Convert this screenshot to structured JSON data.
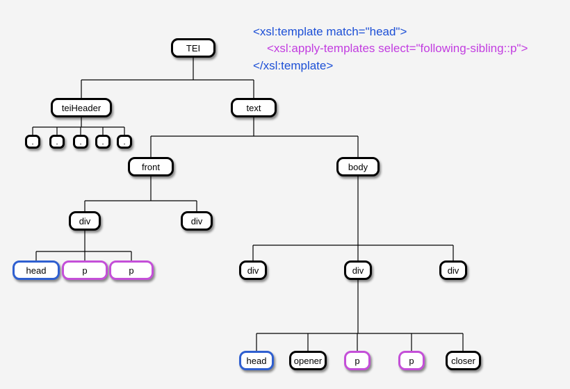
{
  "code": {
    "line1": "<xsl:template match=\"head\">",
    "line2": "<xsl:apply-templates select=\"following-sibling::p\">",
    "line3": "</xsl:template>"
  },
  "colors": {
    "blue": "#2f5fd0",
    "magenta": "#c44fd8",
    "default": "#000000"
  },
  "tree": {
    "tei": "TEI",
    "teiheader": "teiHeader",
    "dots": [
      ".",
      ".",
      ".",
      ".",
      "."
    ],
    "text": "text",
    "front": "front",
    "body": "body",
    "front_div1": "div",
    "front_div2": "div",
    "front_div1_children": [
      "head",
      "p",
      "p"
    ],
    "body_divs": [
      "div",
      "div",
      "div"
    ],
    "body_div2_children": [
      "head",
      "opener",
      "p",
      "p",
      "closer"
    ]
  }
}
